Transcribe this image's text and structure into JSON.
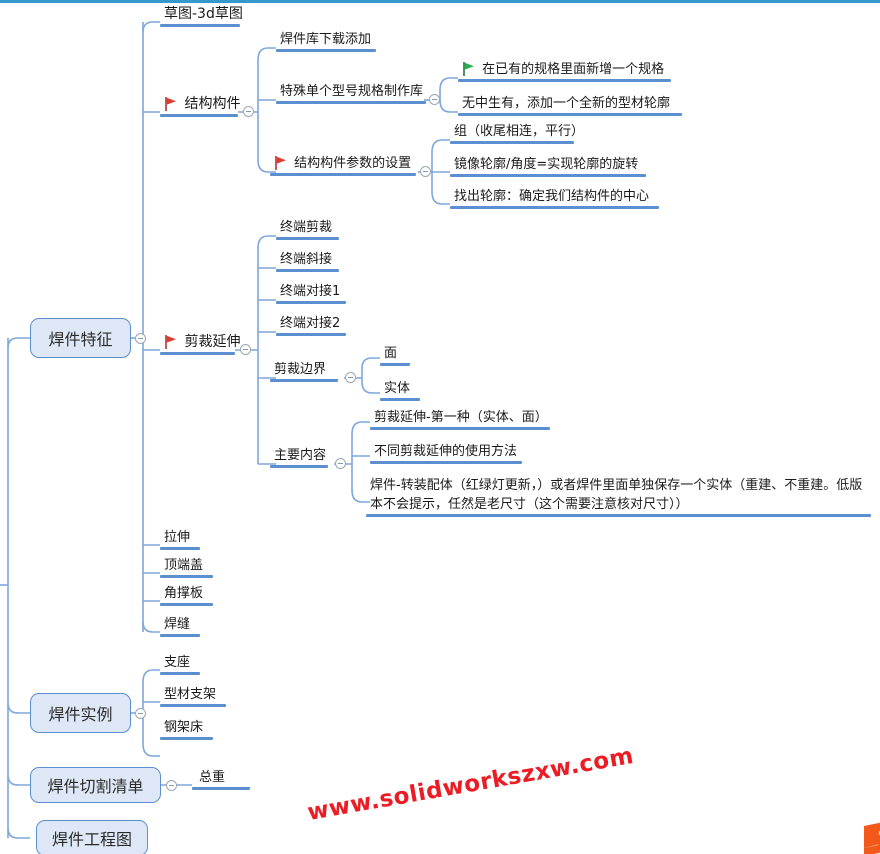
{
  "meta": {
    "title": "焊件 思维导图",
    "accent_bar_color": "#3498c8",
    "node_fill": "#dde7f5",
    "node_border": "#5b8fd0",
    "link_color": "#7da7dc",
    "underline_color": "#5b8fd0",
    "watermark_color": "#ec1c24"
  },
  "watermark": {
    "text": "www.solidworkszxw.com"
  },
  "branches": {
    "hanjian_tezheng": {
      "label": "焊件特征",
      "children": [
        {
          "label": "草图-3d草图"
        },
        {
          "label": "结构构件",
          "flag": "red",
          "children": [
            {
              "label": "焊件库下载添加"
            },
            {
              "label": "特殊单个型号规格制作库",
              "children": [
                {
                  "label": "在已有的规格里面新增一个规格",
                  "flag": "green"
                },
                {
                  "label": "无中生有，添加一个全新的型材轮廓"
                }
              ]
            },
            {
              "label": "结构构件参数的设置",
              "flag": "red",
              "children": [
                {
                  "label": "组（收尾相连，平行）"
                },
                {
                  "label": "镜像轮廓/角度=实现轮廓的旋转"
                },
                {
                  "label": "找出轮廓：确定我们结构件的中心"
                }
              ]
            }
          ]
        },
        {
          "label": "剪裁延伸",
          "flag": "red",
          "children": [
            {
              "label": "终端剪裁"
            },
            {
              "label": "终端斜接"
            },
            {
              "label": "终端对接1"
            },
            {
              "label": "终端对接2"
            },
            {
              "label": "剪裁边界",
              "children": [
                {
                  "label": "面"
                },
                {
                  "label": "实体"
                }
              ]
            },
            {
              "label": "主要内容",
              "children": [
                {
                  "label": "剪裁延伸-第一种（实体、面）"
                },
                {
                  "label": "不同剪裁延伸的使用方法"
                },
                {
                  "label": "焊件-转装配体（红绿灯更新，）或者焊件里面单独保存一个实体（重建、不重建。低版本不会提示，任然是老尺寸（这个需要注意核对尺寸））"
                }
              ]
            }
          ]
        },
        {
          "label": "拉伸"
        },
        {
          "label": "顶端盖"
        },
        {
          "label": "角撑板"
        },
        {
          "label": "焊缝"
        }
      ]
    },
    "hanjian_shili": {
      "label": "焊件实例",
      "children": [
        {
          "label": "支座"
        },
        {
          "label": "型材支架"
        },
        {
          "label": "钢架床"
        }
      ]
    },
    "hanjian_qiege": {
      "label": "焊件切割清单",
      "children": [
        {
          "label": "总重"
        }
      ]
    },
    "hanjian_gongchengtu": {
      "label": "焊件工程图",
      "children": []
    }
  }
}
